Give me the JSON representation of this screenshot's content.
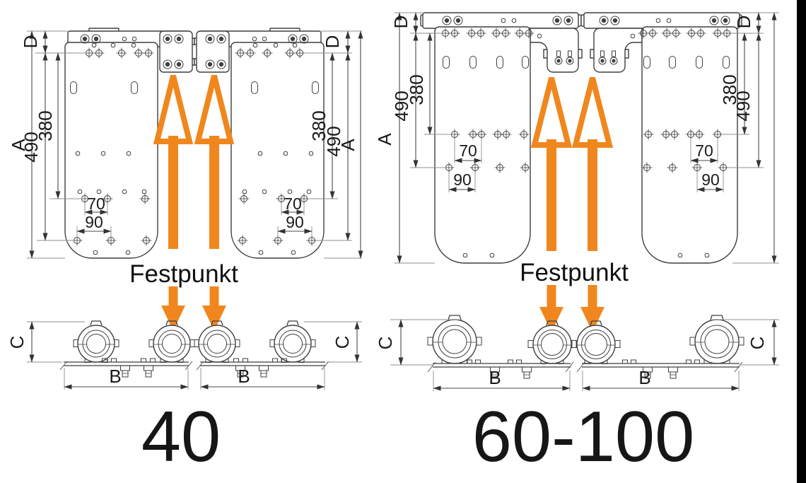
{
  "diagram": {
    "colors": {
      "accent_orange": "#F0871E",
      "drawing_line": "#3F3F3F",
      "dimension_line": "#4A4A4A",
      "edge_bar": "#000000"
    },
    "left_group": {
      "size_label": "40",
      "festpunkt_label": "Festpunkt",
      "plan_dims": {
        "overall_height": "A",
        "top_offset": "D",
        "span_490": "490",
        "span_380": "380",
        "span_70": "70",
        "span_90": "90"
      },
      "section_dims": {
        "width": "B",
        "height": "C"
      }
    },
    "right_group": {
      "size_label": "60-100",
      "festpunkt_label": "Festpunkt",
      "plan_dims": {
        "overall_height": "A",
        "top_offset": "D",
        "span_490": "490",
        "span_380": "380",
        "span_70": "70",
        "span_90": "90"
      },
      "section_dims": {
        "width": "B",
        "height": "C"
      }
    }
  }
}
